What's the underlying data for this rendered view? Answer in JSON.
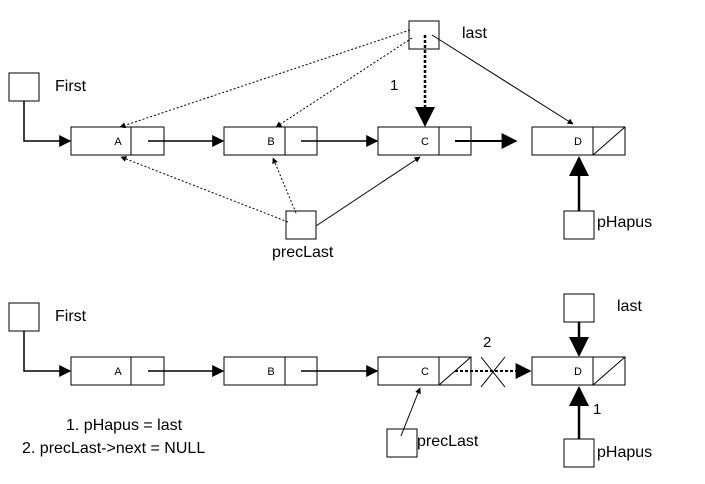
{
  "top": {
    "nodes": [
      "A",
      "B",
      "C",
      "D"
    ],
    "first_label": "First",
    "last_label": "last",
    "prec_label": "precLast",
    "phapus_label": "pHapus",
    "step1": "1"
  },
  "bottom": {
    "nodes": [
      "A",
      "B",
      "C",
      "D"
    ],
    "first_label": "First",
    "last_label": "last",
    "prec_label": "precLast",
    "phapus_label": "pHapus",
    "step1": "1",
    "step2": "2",
    "notes": [
      "1. pHapus = last",
      "2. precLast->next = NULL"
    ]
  },
  "colors": {
    "stroke": "#000000",
    "background": "#ffffff"
  }
}
